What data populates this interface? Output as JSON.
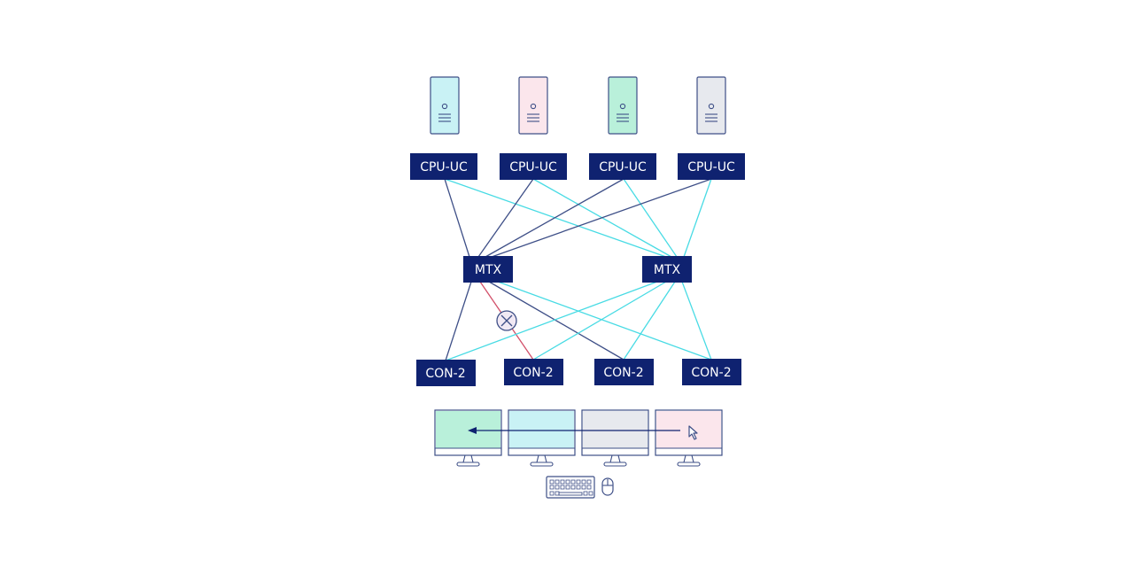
{
  "colors": {
    "navy": "#0f2270",
    "cyan_link": "#48dbe4",
    "navy_link": "#3e4f87",
    "failed_link": "#d2506a",
    "outline": "#3e4f87",
    "tower_fills": [
      "#c9f2f5",
      "#fbe6ec",
      "#b9f0da",
      "#e7e9ee"
    ],
    "monitor_fills": [
      "#b9f0da",
      "#c9f2f5",
      "#e7e9ee",
      "#fbe6ec"
    ]
  },
  "cpu_units": [
    {
      "label": "CPU-UC"
    },
    {
      "label": "CPU-UC"
    },
    {
      "label": "CPU-UC"
    },
    {
      "label": "CPU-UC"
    }
  ],
  "matrix_switches": [
    {
      "label": "MTX"
    },
    {
      "label": "MTX"
    }
  ],
  "console_units": [
    {
      "label": "CON-2"
    },
    {
      "label": "CON-2"
    },
    {
      "label": "CON-2"
    },
    {
      "label": "CON-2"
    }
  ],
  "icons": {
    "tower": "computer-tower-icon",
    "monitor": "monitor-icon",
    "keyboard": "keyboard-icon",
    "mouse": "mouse-icon",
    "cursor": "cursor-arrow-icon",
    "failure": "failure-x-icon"
  }
}
